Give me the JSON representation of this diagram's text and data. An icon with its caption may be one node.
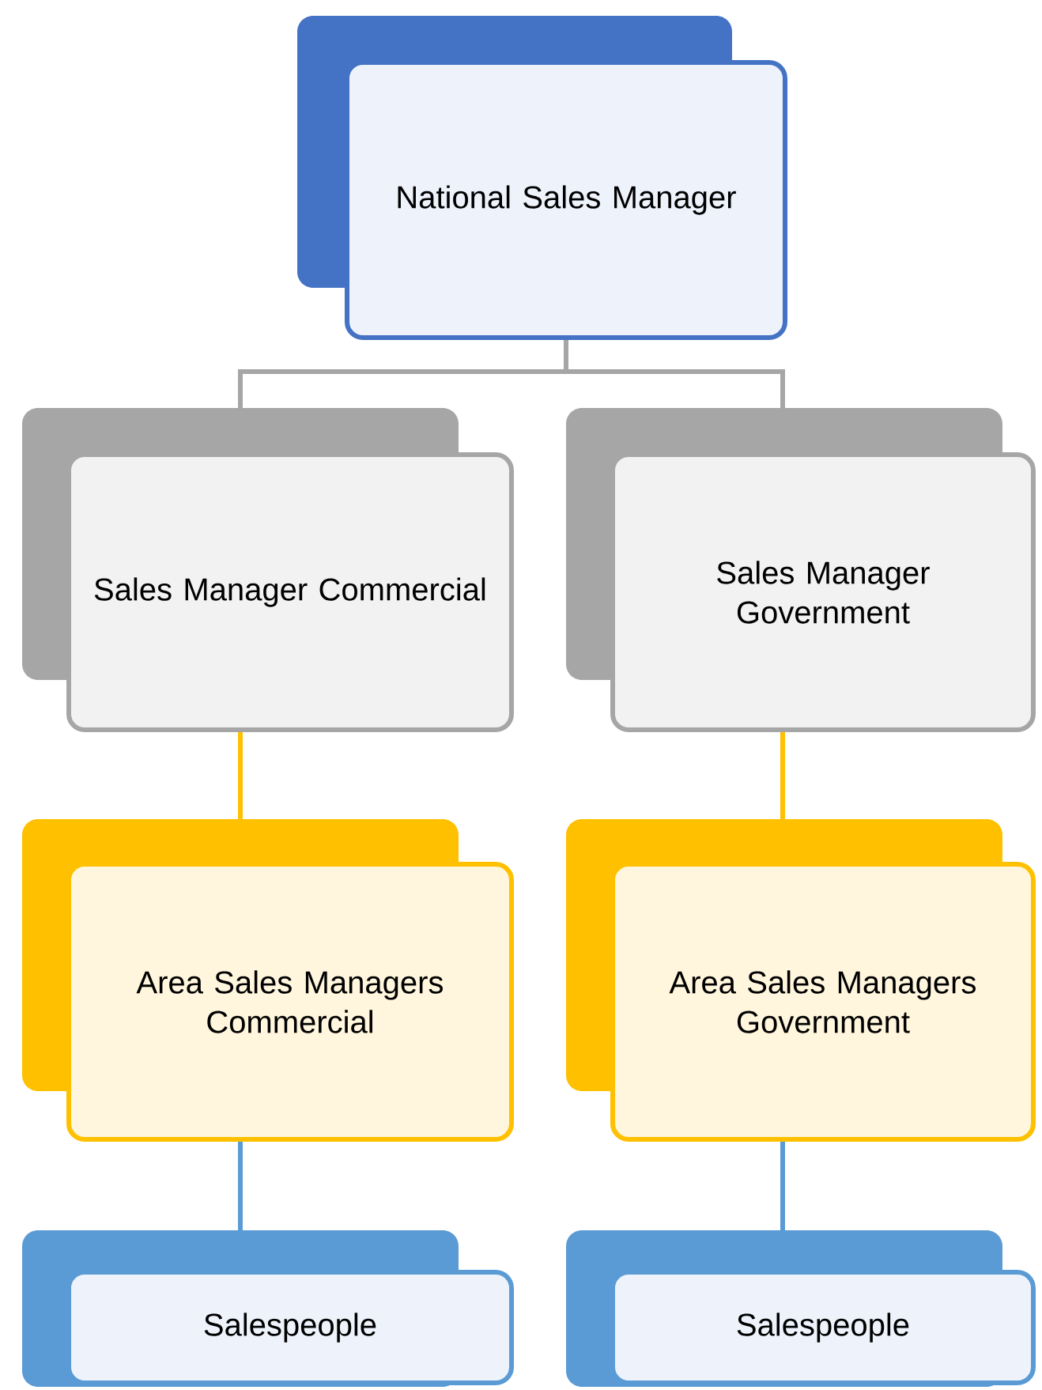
{
  "diagram": {
    "nodes": [
      {
        "text": [
          "National Sales Manager"
        ]
      },
      {
        "text": [
          "Sales Manager Commercial"
        ]
      },
      {
        "text": [
          "Sales Manager Government"
        ]
      },
      {
        "text": [
          "Area Sales Managers Commercial"
        ]
      },
      {
        "text": [
          "Area Sales Managers Government"
        ]
      },
      {
        "text": [
          "Salespeople"
        ]
      },
      {
        "text": [
          "Salespeople"
        ]
      }
    ],
    "edges": [
      {
        "from": 0,
        "to": 1,
        "arrow": "none",
        "color": "#a6a6a6"
      },
      {
        "from": 0,
        "to": 2,
        "arrow": "none",
        "color": "#a6a6a6"
      },
      {
        "from": 1,
        "to": 3,
        "arrow": "none",
        "color": "#ffc000"
      },
      {
        "from": 2,
        "to": 4,
        "arrow": "none",
        "color": "#ffc000"
      },
      {
        "from": 3,
        "to": 5,
        "arrow": "none",
        "color": "#5b9bd5"
      },
      {
        "from": 4,
        "to": 6,
        "arrow": "none",
        "color": "#5b9bd5"
      }
    ]
  }
}
